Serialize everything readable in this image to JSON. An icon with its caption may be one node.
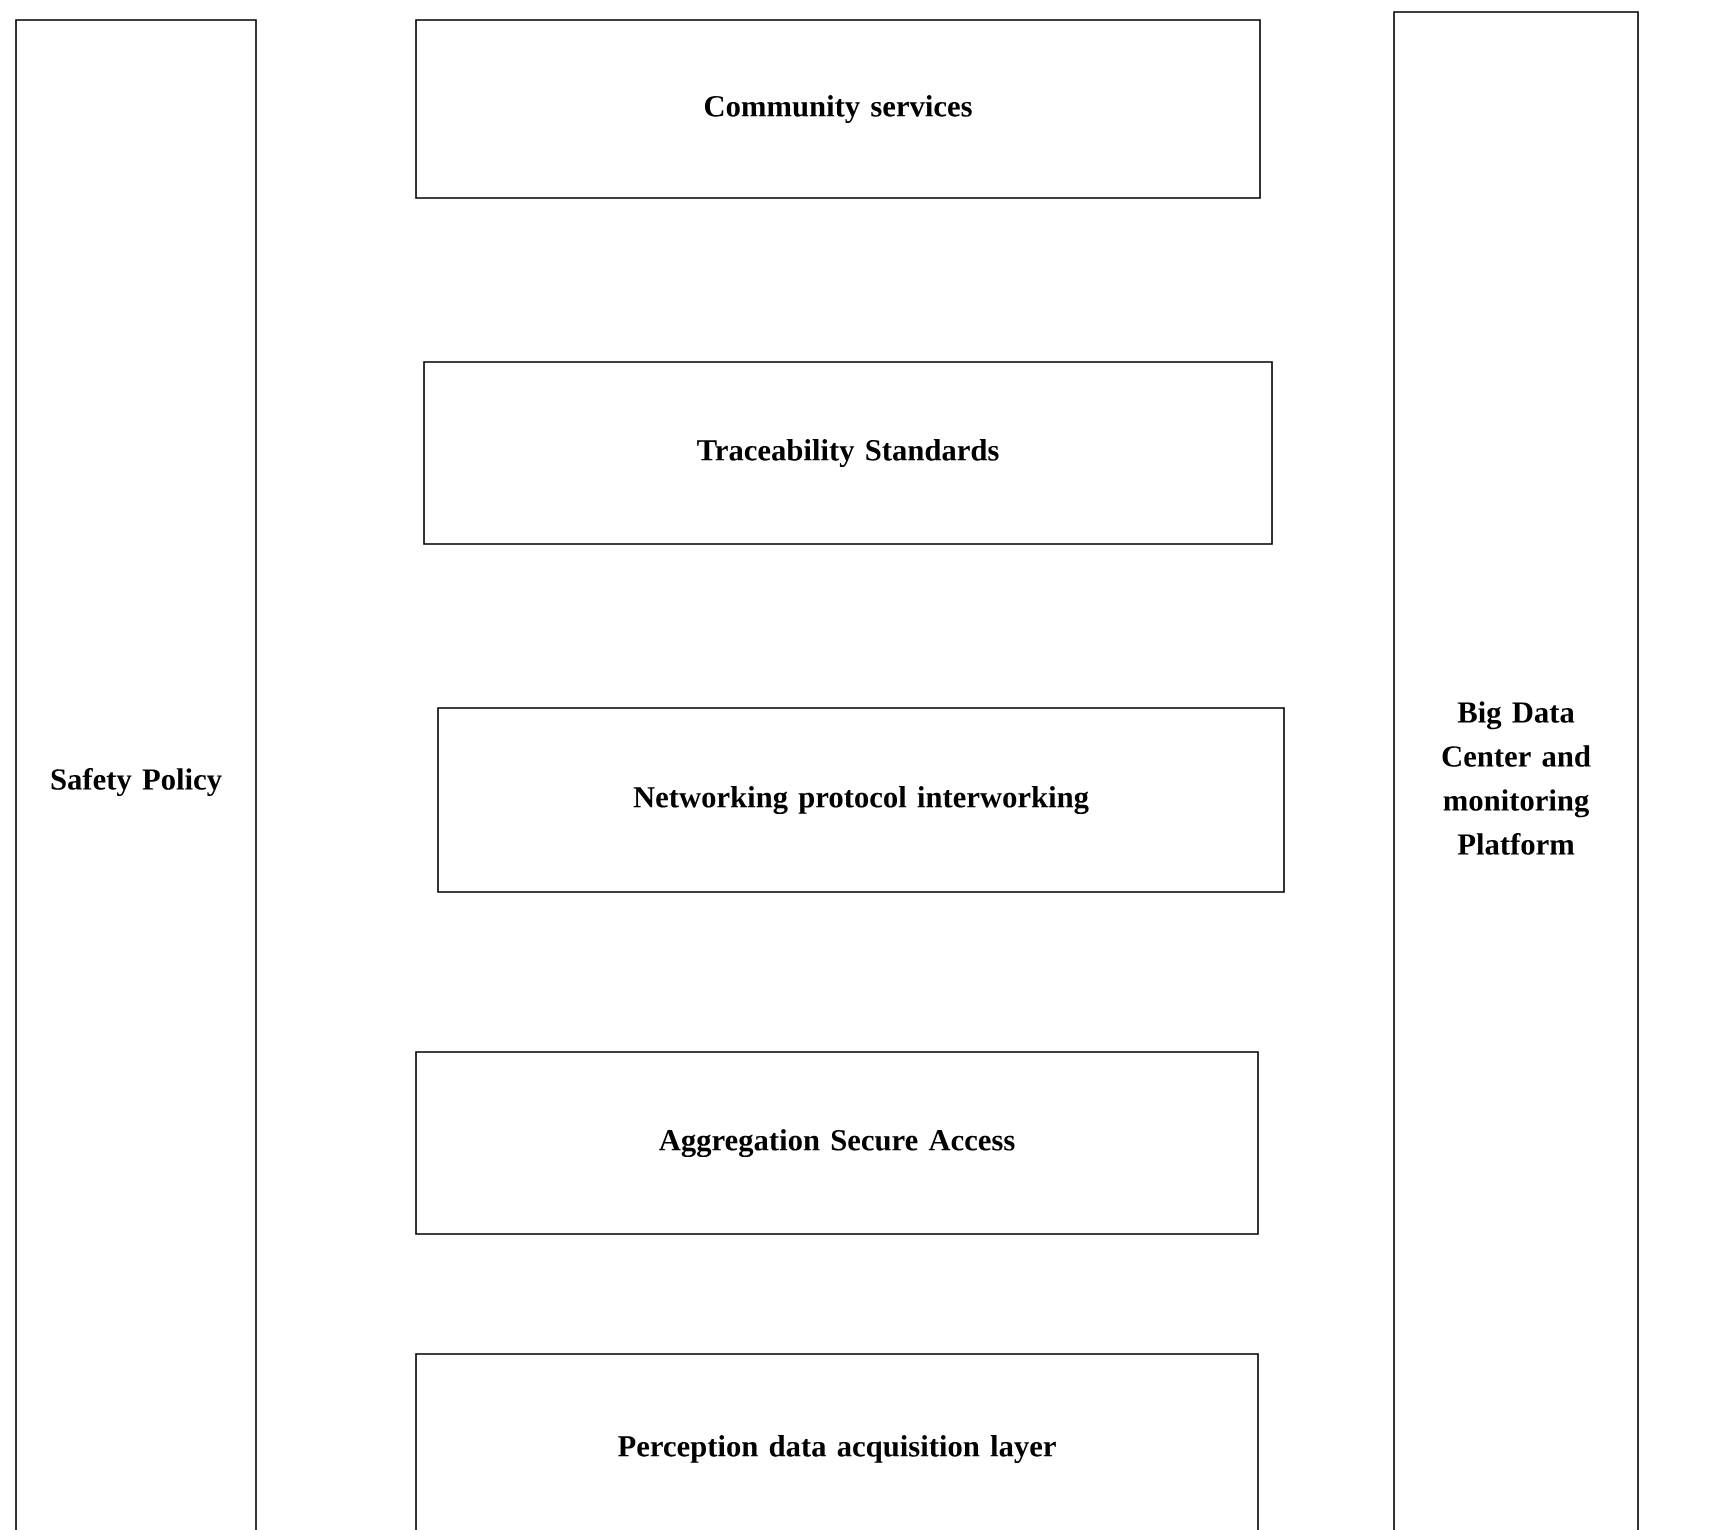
{
  "diagram": {
    "nodes": [
      {
        "text": [
          "Safety Policy"
        ]
      },
      {
        "text": [
          "Community services"
        ]
      },
      {
        "text": [
          "Traceability Standards"
        ]
      },
      {
        "text": [
          "Networking protocol interworking"
        ]
      },
      {
        "text": [
          "Aggregation Secure Access"
        ]
      },
      {
        "text": [
          "Perception data acquisition layer"
        ]
      },
      {
        "text": [
          "Big Data Center and monitoring Platform"
        ]
      }
    ]
  }
}
